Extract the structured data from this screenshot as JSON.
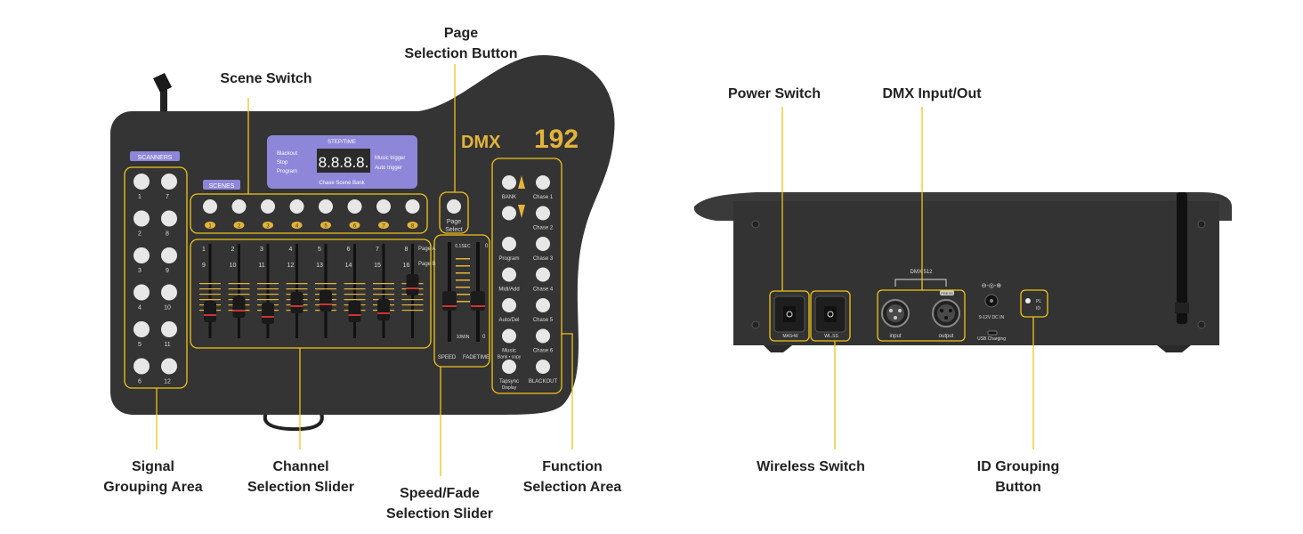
{
  "front_labels": {
    "page_selection": [
      "Page",
      "Selection Button"
    ],
    "scene_switch": [
      "Scene Switch"
    ],
    "signal_grouping": [
      "Signal",
      "Grouping Area"
    ],
    "channel_slider": [
      "Channel",
      "Selection Slider"
    ],
    "speed_fade": [
      "Speed/Fade",
      "Selection Slider"
    ],
    "function_area": [
      "Function",
      "Selection Area"
    ]
  },
  "rear_labels": {
    "power_switch": [
      "Power Switch"
    ],
    "dmx_io": [
      "DMX Input/Out"
    ],
    "wireless_switch": [
      "Wireless Switch"
    ],
    "id_grouping": [
      "ID Grouping",
      "Button"
    ]
  },
  "console": {
    "brand": "DMX",
    "model": "192",
    "scanners_tag": "SCANNERS",
    "scenes_tag": "SCENES",
    "display": {
      "title": "STEP/TIME",
      "digits": "8.8.8.8.",
      "left": [
        "Blackout",
        "Stop",
        "Program"
      ],
      "right": [
        "Music trigger",
        "Auto trigger"
      ],
      "bottom": "Chase  Scene  Bank"
    },
    "scanner_labels": [
      [
        "1",
        "7"
      ],
      [
        "2",
        "8"
      ],
      [
        "3",
        "9"
      ],
      [
        "4",
        "10"
      ],
      [
        "5",
        "11"
      ],
      [
        "6",
        "12"
      ]
    ],
    "scene_numbers": [
      "1",
      "2",
      "3",
      "4",
      "5",
      "6",
      "7",
      "8"
    ],
    "channel_top": [
      "1",
      "2",
      "3",
      "4",
      "5",
      "6",
      "7",
      "8"
    ],
    "channel_bottom": [
      "9",
      "10",
      "11",
      "12",
      "13",
      "14",
      "15",
      "16"
    ],
    "page_a": "Page A",
    "page_b": "Page B",
    "page_select": [
      "Page",
      "Select"
    ],
    "speed_top": "0.1SEC",
    "speed_bottom": "10MIN",
    "fade_top": "0",
    "fade_bottom": "0",
    "speed_label": "SPEED",
    "fade_label": "FADETIME",
    "function_left": [
      "BANK",
      "",
      "Program",
      "Midi/Add",
      "Auto/Del",
      "Music",
      "Tapsync"
    ],
    "function_left_sub": [
      "",
      "",
      "",
      "",
      "",
      "Bank • copy",
      "Display"
    ],
    "function_right": [
      "Chase 1",
      "Chase 2",
      "Chase 3",
      "Chase 4",
      "Chase 5",
      "Chase 6",
      "BLACKOUT"
    ]
  },
  "rear": {
    "dmx_tag": "DMX 512",
    "input_label": "input",
    "output_label": "output",
    "power_tag": "MAS•W",
    "wireless_tag": "WL.SS",
    "dc_label": "9-12V  DC IN",
    "usb_label": "USB  Charging",
    "id_pl": "PL",
    "id_id": "ID",
    "press_tag": "PRESS"
  },
  "colors": {
    "highlight": "#f0c419",
    "body": "#333333",
    "gold_text": "#e3b33a",
    "display": "#8d86d9",
    "button": "#e7e7e7"
  }
}
